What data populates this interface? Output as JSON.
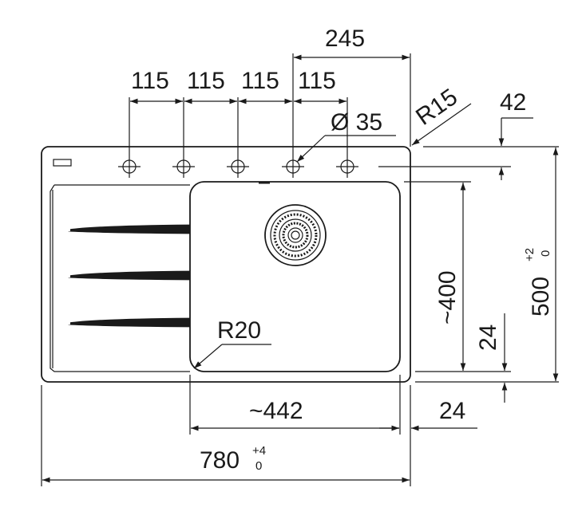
{
  "dimensions": {
    "tap_spacing": [
      "115",
      "115",
      "115",
      "115"
    ],
    "top_offset": "245",
    "corner_radius_outer": "R15",
    "tap_hole_diameter": "Ø 35",
    "edge_offset": "42",
    "bowl_length": "~400",
    "bowl_inner_radius": "R20",
    "bowl_width": "~442",
    "right_margin": "24",
    "bottom_margin": "24",
    "overall_length": "780",
    "overall_length_tol_plus": "+4",
    "overall_length_tol_minus": "0",
    "overall_depth": "500",
    "overall_depth_tol_plus": "+2",
    "overall_depth_tol_minus": "0"
  }
}
